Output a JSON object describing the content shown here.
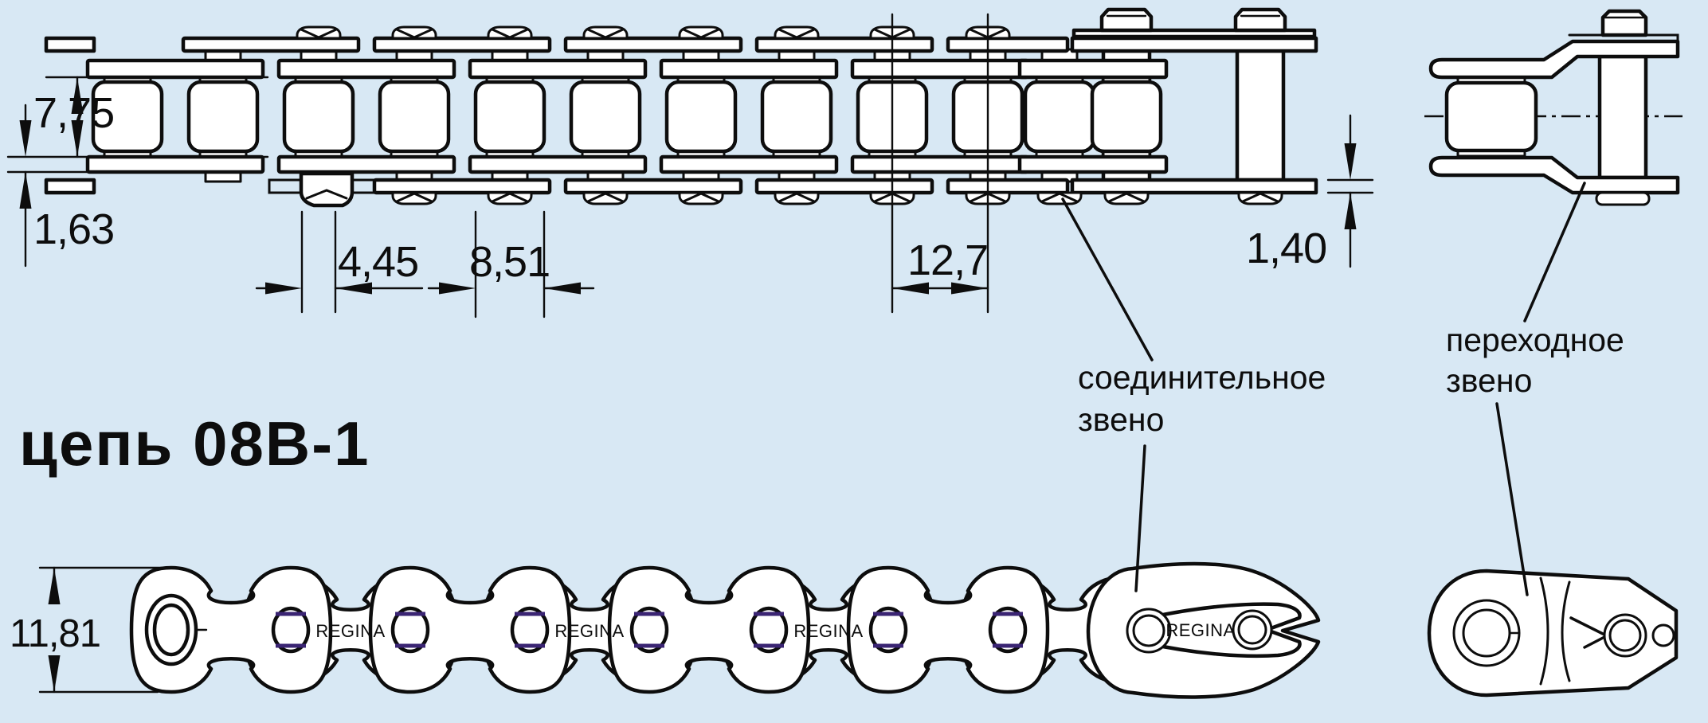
{
  "title": "цепь 08B-1",
  "brand": "REGINA",
  "dimensions": {
    "inner_width": "7,75",
    "plate_thickness": "1,63",
    "pin_diameter": "4,45",
    "roller_diameter": "8,51",
    "pitch": "12,7",
    "link_plate_thickness": "1,40",
    "plate_height": "11,81"
  },
  "labels": {
    "connecting_link_line1": "соединительное",
    "connecting_link_line2": "звено",
    "transition_link_line1": "переходное",
    "transition_link_line2": "звено"
  },
  "colors": {
    "background": "#d8e8f4",
    "line": "#0d0d0d",
    "pin_accent": "#3a2473",
    "fill": "#ffffff"
  }
}
